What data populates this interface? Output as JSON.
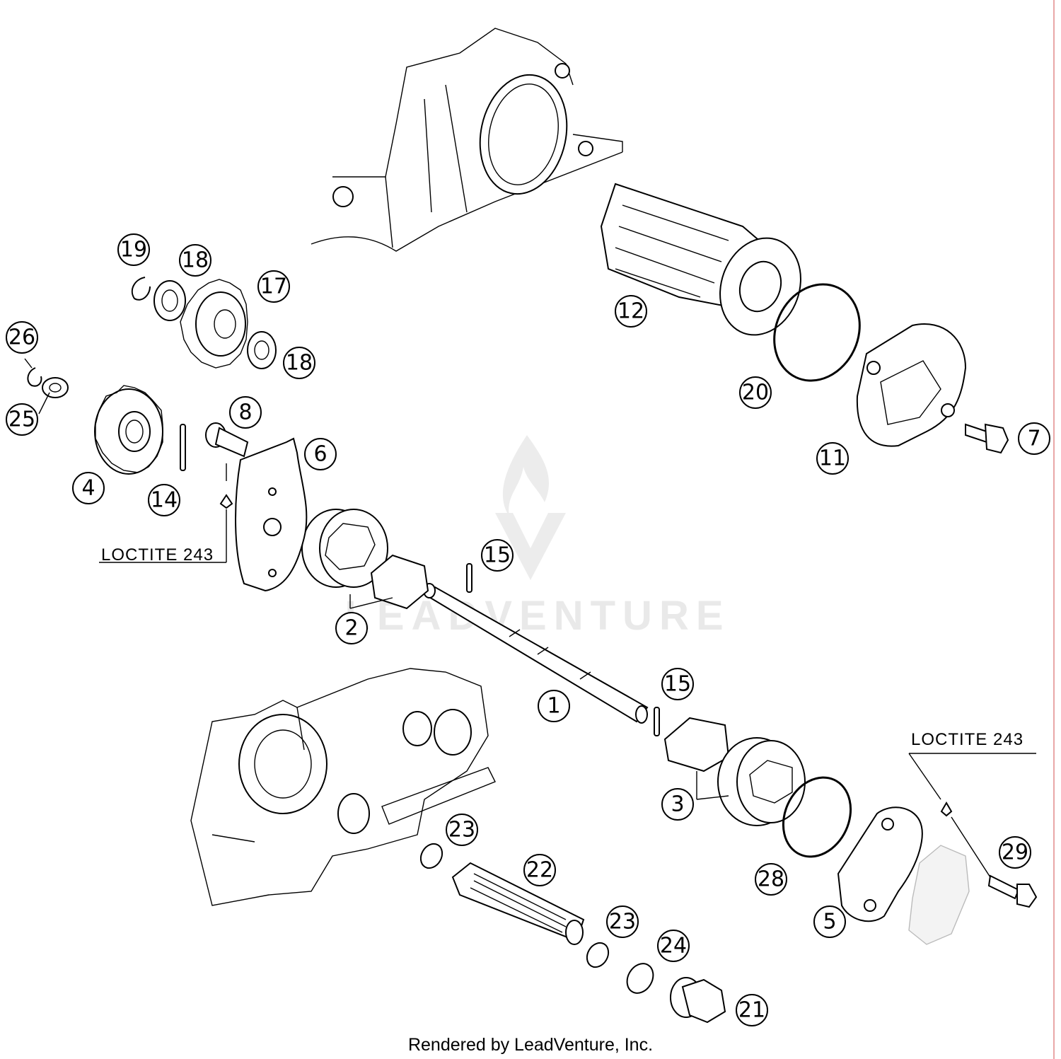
{
  "callouts": [
    {
      "num": "1"
    },
    {
      "num": "2"
    },
    {
      "num": "3"
    },
    {
      "num": "4"
    },
    {
      "num": "5"
    },
    {
      "num": "6"
    },
    {
      "num": "7"
    },
    {
      "num": "8"
    },
    {
      "num": "11"
    },
    {
      "num": "12"
    },
    {
      "num": "14"
    },
    {
      "num": "15"
    },
    {
      "num": "15"
    },
    {
      "num": "17"
    },
    {
      "num": "18"
    },
    {
      "num": "18"
    },
    {
      "num": "19"
    },
    {
      "num": "20"
    },
    {
      "num": "21"
    },
    {
      "num": "22"
    },
    {
      "num": "23"
    },
    {
      "num": "23"
    },
    {
      "num": "24"
    },
    {
      "num": "25"
    },
    {
      "num": "26"
    },
    {
      "num": "28"
    },
    {
      "num": "29"
    }
  ],
  "notes": {
    "loctite_left": "LOCTITE 243",
    "loctite_right": "LOCTITE 243"
  },
  "watermark": "LEADVENTURE",
  "footer": "Rendered by LeadVenture, Inc.",
  "colors": {
    "edge_accent": "#e9a7a7",
    "line": "#000000"
  }
}
